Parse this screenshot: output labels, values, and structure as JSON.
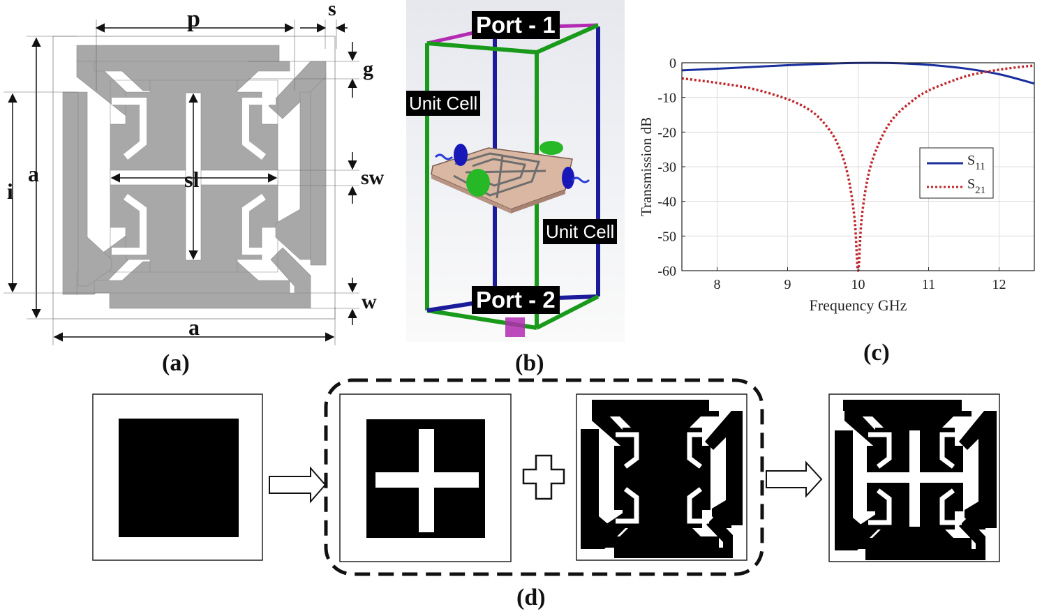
{
  "panel_a": {
    "caption": "(a)",
    "labels": {
      "p": "p",
      "s": "s",
      "g": "g",
      "a_left": "a",
      "i": "i",
      "sl": "sl",
      "sw": "sw",
      "w": "w",
      "a_bottom": "a"
    },
    "colors": {
      "metal": "#a8a8a8"
    }
  },
  "panel_b": {
    "caption": "(b)",
    "port1": "Port - 1",
    "port2": "Port - 2",
    "unit_cell_left": "Unit Cell",
    "unit_cell_right": "Unit Cell",
    "colors": {
      "green": "#1a9a1a",
      "blue": "#1c1c9a",
      "magenta": "#b22bb2",
      "substrate": "#d9b7a3"
    }
  },
  "panel_c": {
    "caption": "(c)",
    "chart_data": {
      "type": "line",
      "xlabel": "Frequency GHz",
      "ylabel": "Transmission dB",
      "xlim": [
        7.5,
        12.5
      ],
      "ylim": [
        -60,
        0
      ],
      "xticks": [
        8,
        9,
        10,
        11,
        12
      ],
      "yticks": [
        0,
        -10,
        -20,
        -30,
        -40,
        -50,
        -60
      ],
      "grid": true,
      "legend_position": "right",
      "series": [
        {
          "name": "S11",
          "color": "#1a2f9e",
          "style": "solid",
          "x": [
            7.5,
            8.0,
            8.5,
            9.0,
            9.5,
            10.0,
            10.5,
            11.0,
            11.5,
            12.0,
            12.5
          ],
          "y": [
            -2.2,
            -1.7,
            -1.2,
            -0.7,
            -0.3,
            -0.05,
            -0.1,
            -0.6,
            -1.6,
            -3.3,
            -6.0
          ]
        },
        {
          "name": "S21",
          "color": "#c0262b",
          "style": "dotted",
          "x": [
            7.5,
            8.0,
            8.5,
            9.0,
            9.3,
            9.5,
            9.7,
            9.85,
            9.95,
            10.0,
            10.05,
            10.15,
            10.3,
            10.5,
            10.8,
            11.0,
            11.3,
            11.6,
            12.0,
            12.3,
            12.5
          ],
          "y": [
            -4.5,
            -5.8,
            -7.5,
            -10.5,
            -13.5,
            -17,
            -23,
            -32,
            -45,
            -60,
            -45,
            -32,
            -23,
            -16,
            -10.5,
            -8,
            -5.5,
            -3.5,
            -2.0,
            -1.2,
            -0.8
          ]
        }
      ]
    }
  },
  "panel_d": {
    "caption": "(d)"
  }
}
